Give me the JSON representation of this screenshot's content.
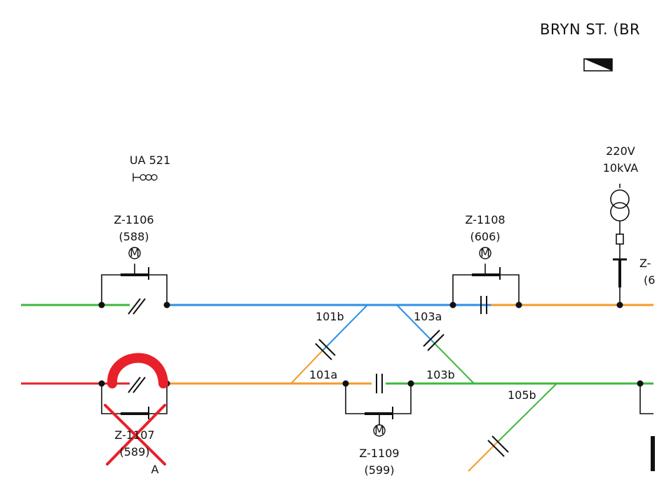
{
  "station": {
    "name": "BRYN ST. (BR"
  },
  "transformer": {
    "voltage": "220V",
    "power": "10kVA"
  },
  "indicator": {
    "label": "UA 521"
  },
  "switches": {
    "z1106": {
      "id": "Z-1106",
      "num": "(588)"
    },
    "z1108": {
      "id": "Z-1108",
      "num": "(606)"
    },
    "z1107": {
      "id": "Z-1107",
      "num": "(589)"
    },
    "z1109": {
      "id": "Z-1109",
      "num": "(599)"
    },
    "z_edge": {
      "id": "Z-",
      "num": "(6"
    }
  },
  "segments": {
    "s101b": "101b",
    "s103a": "103a",
    "s101a": "101a",
    "s103b": "103b",
    "s105b": "105b"
  },
  "annotation": {
    "a_mark": "A"
  },
  "motor_symbol": "M",
  "colors": {
    "green": "#3cb83c",
    "blue": "#2e8fe6",
    "orange": "#f39a2b",
    "red": "#e8202a",
    "black": "#111111"
  }
}
